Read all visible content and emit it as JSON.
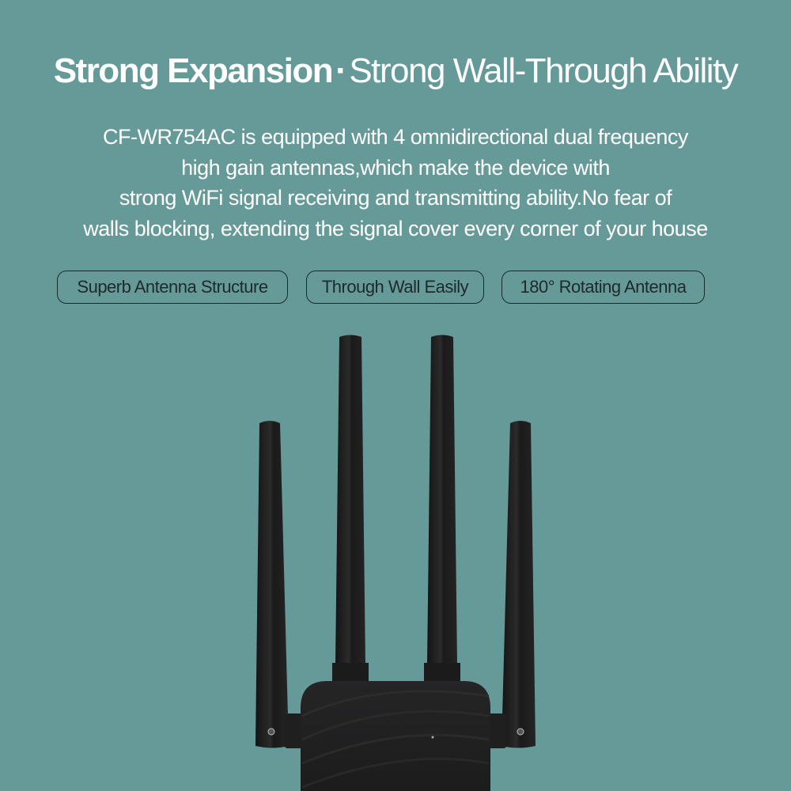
{
  "headline": {
    "bold_part": "Strong Expansion",
    "separator": "·",
    "light_part": "Strong Wall-Through Ability"
  },
  "description": {
    "lines": [
      "CF-WR754AC is equipped with 4 omnidirectional dual frequency",
      "high gain antennas,which make the device with",
      "strong WiFi signal receiving and transmitting ability.No fear of",
      "walls blocking, extending the signal cover every corner of your house"
    ]
  },
  "features": [
    {
      "label": "Superb Antenna Structure"
    },
    {
      "label": "Through Wall Easily"
    },
    {
      "label": "180° Rotating Antenna"
    }
  ],
  "product": {
    "model": "CF-WR754AC",
    "antenna_count": 4,
    "image_icon": "wifi-router-with-four-antennas"
  },
  "colors": {
    "background": "#669a98",
    "headline_text": "#ffffff",
    "tag_border": "#1d2a2b",
    "device_body": "#1e1e1f"
  }
}
